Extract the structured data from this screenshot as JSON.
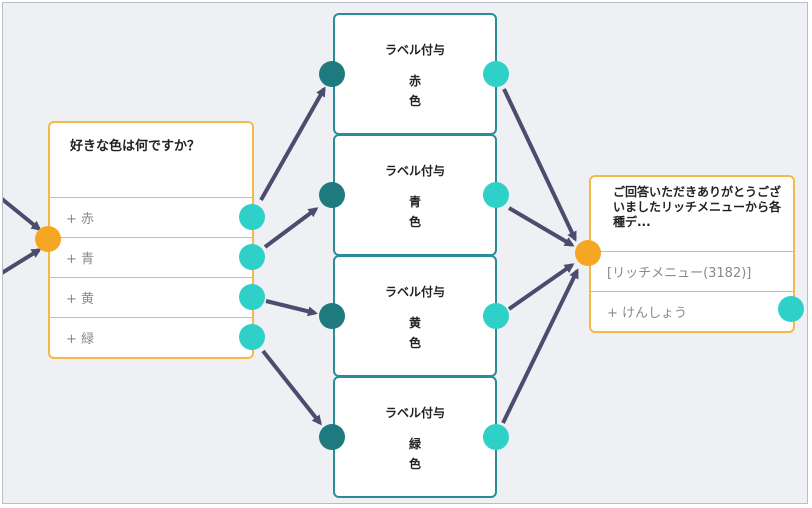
{
  "colors": {
    "edge": "#4a4d6e",
    "question_border": "#f5b94a",
    "label_border": "#2a8c96",
    "port_orange": "#f5a623",
    "port_cyan": "#2fd0c8",
    "port_teal": "#1f7a80"
  },
  "question": {
    "title": "好きな色は何ですか？",
    "choices": [
      {
        "label": "+ 赤"
      },
      {
        "label": "+ 青"
      },
      {
        "label": "+ 黄"
      },
      {
        "label": "+ 緑"
      }
    ]
  },
  "label_nodes": [
    {
      "title": "ラベル付与",
      "line1": "赤",
      "line2": "色"
    },
    {
      "title": "ラベル付与",
      "line1": "青",
      "line2": "色"
    },
    {
      "title": "ラベル付与",
      "line1": "黄",
      "line2": "色"
    },
    {
      "title": "ラベル付与",
      "line1": "緑",
      "line2": "色"
    }
  ],
  "response": {
    "text": "ご回答いただきありがとうございましたリッチメニューから各種デ...",
    "rich_menu": "[リッチメニュー(3182)]",
    "choice": "+ けんしょう"
  }
}
